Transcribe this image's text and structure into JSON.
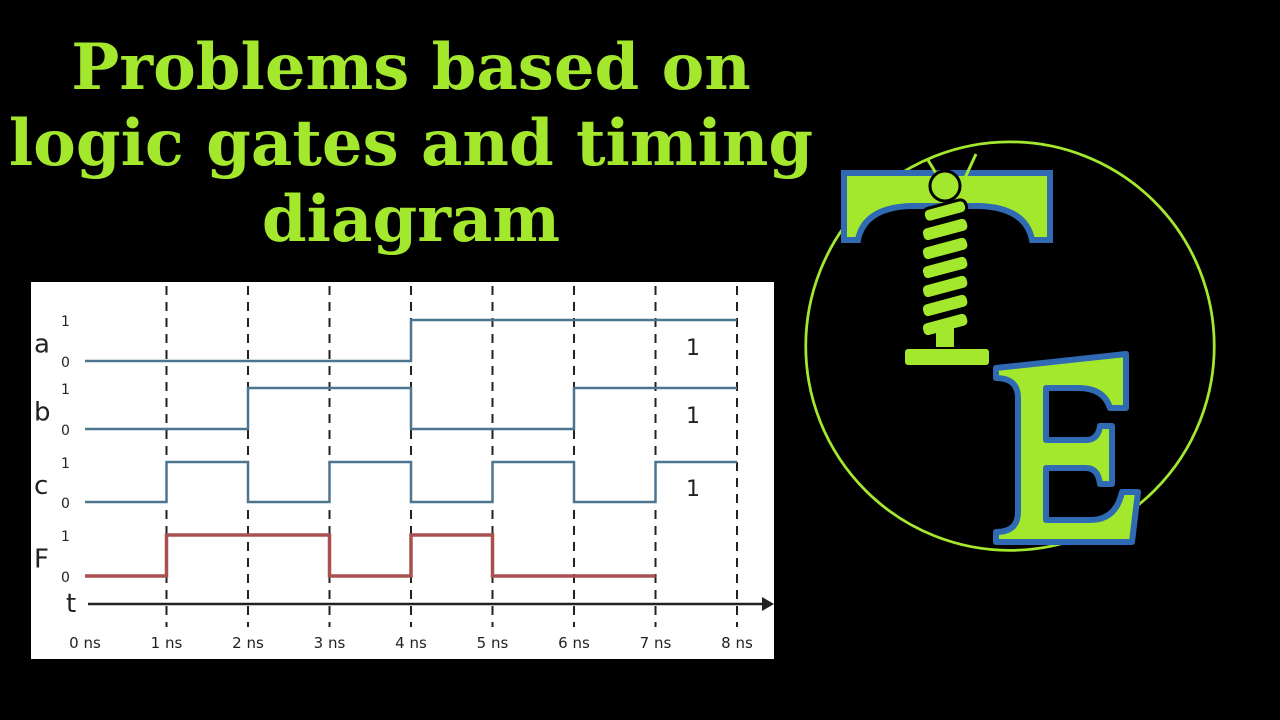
{
  "title": {
    "lines": [
      "Problems based on",
      "logic gates and timing",
      "diagram"
    ]
  },
  "diagram": {
    "x_label": "t",
    "time_ticks": [
      "0 ns",
      "1 ns",
      "2 ns",
      "3 ns",
      "4 ns",
      "5 ns",
      "6 ns",
      "7 ns",
      "8 ns"
    ],
    "level_high_label": "1",
    "level_low_label": "0",
    "signals": [
      {
        "name": "a",
        "color": "#4e7590",
        "segments": [
          [
            0,
            4,
            0
          ],
          [
            4,
            8,
            1
          ]
        ],
        "annotation": "1"
      },
      {
        "name": "b",
        "color": "#4e7590",
        "segments": [
          [
            0,
            2,
            0
          ],
          [
            2,
            4,
            1
          ],
          [
            4,
            6,
            0
          ],
          [
            6,
            8,
            1
          ]
        ],
        "annotation": "1"
      },
      {
        "name": "c",
        "color": "#4e7590",
        "segments": [
          [
            0,
            1,
            0
          ],
          [
            1,
            2,
            1
          ],
          [
            2,
            3,
            0
          ],
          [
            3,
            4,
            1
          ],
          [
            4,
            5,
            0
          ],
          [
            5,
            6,
            1
          ],
          [
            6,
            7,
            0
          ],
          [
            7,
            8,
            1
          ]
        ],
        "annotation": "1"
      },
      {
        "name": "F",
        "color": "#a8504e",
        "segments": [
          [
            0,
            1,
            0
          ],
          [
            1,
            3,
            1
          ],
          [
            3,
            4,
            0
          ],
          [
            4,
            5,
            1
          ],
          [
            5,
            7,
            0
          ]
        ],
        "annotation": ""
      }
    ]
  },
  "logo": {
    "letters": [
      "T",
      "E"
    ],
    "colors": {
      "green": "#a4e82e",
      "blue": "#2f6ab3"
    }
  }
}
